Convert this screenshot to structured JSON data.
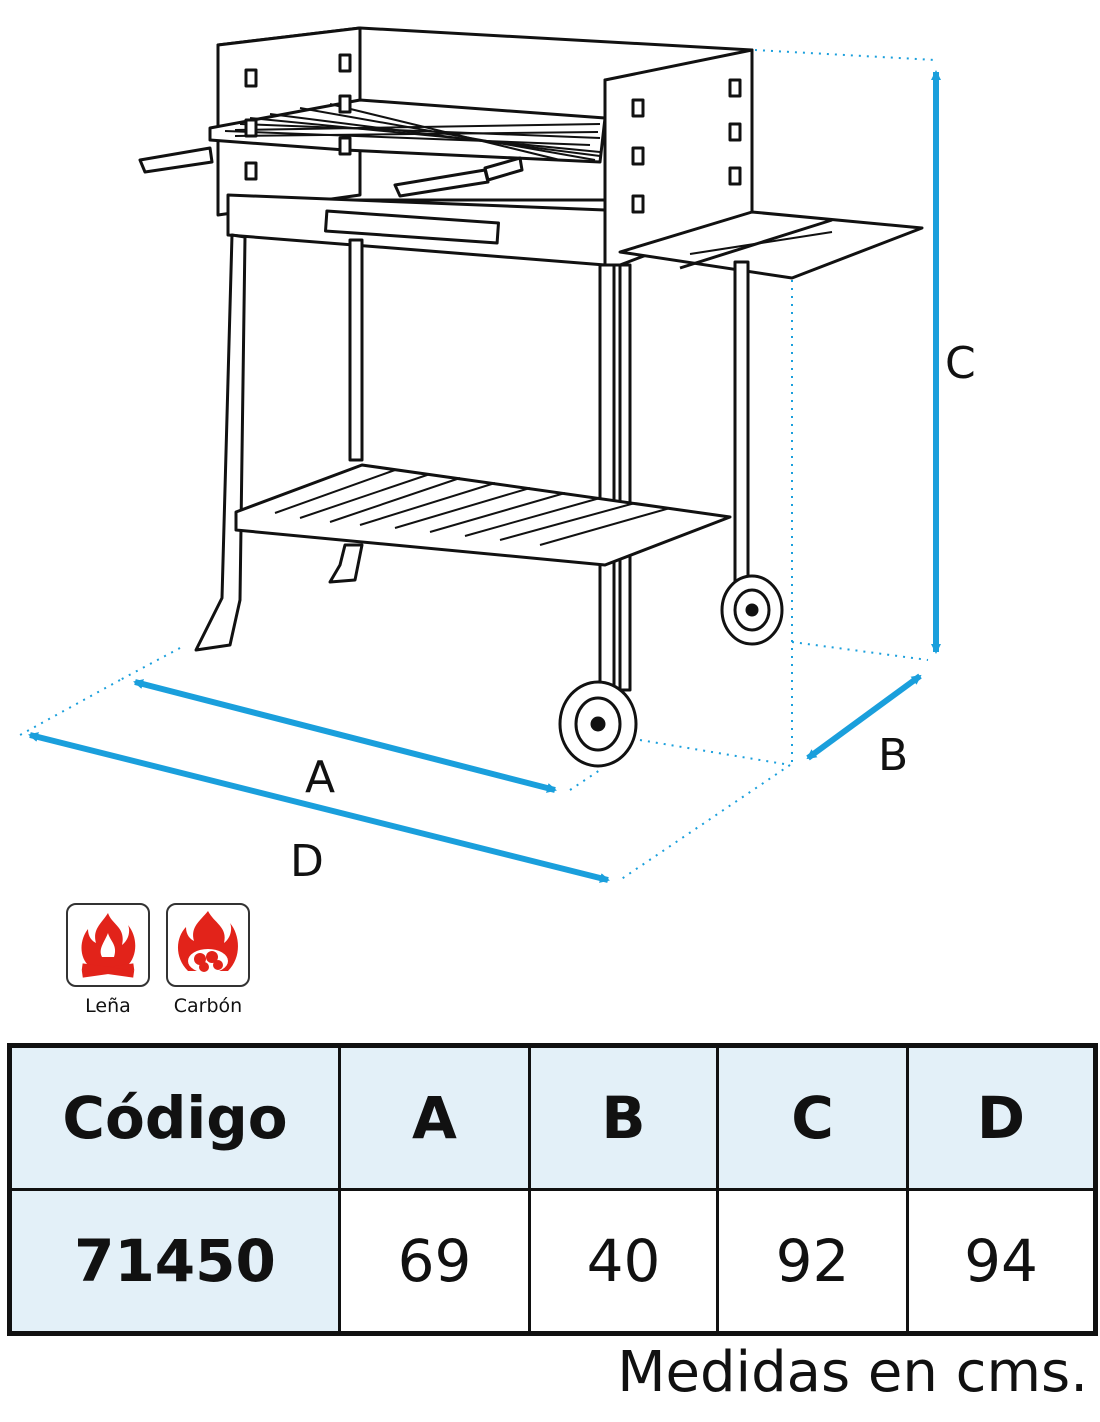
{
  "dimension_labels": {
    "a": "A",
    "b": "B",
    "c": "C",
    "d": "D"
  },
  "icons": [
    {
      "icon": "firewood-fire-icon",
      "caption": "Leña"
    },
    {
      "icon": "charcoal-fire-icon",
      "caption": "Carbón"
    }
  ],
  "table": {
    "headers": [
      "Código",
      "A",
      "B",
      "C",
      "D"
    ],
    "row": [
      "71450",
      "69",
      "40",
      "92",
      "94"
    ]
  },
  "units_note": "Medidas en cms.",
  "colors": {
    "arrow": "#1a9fdc",
    "icon_red": "#e2231a",
    "header_bg": "#e3f0f8"
  }
}
